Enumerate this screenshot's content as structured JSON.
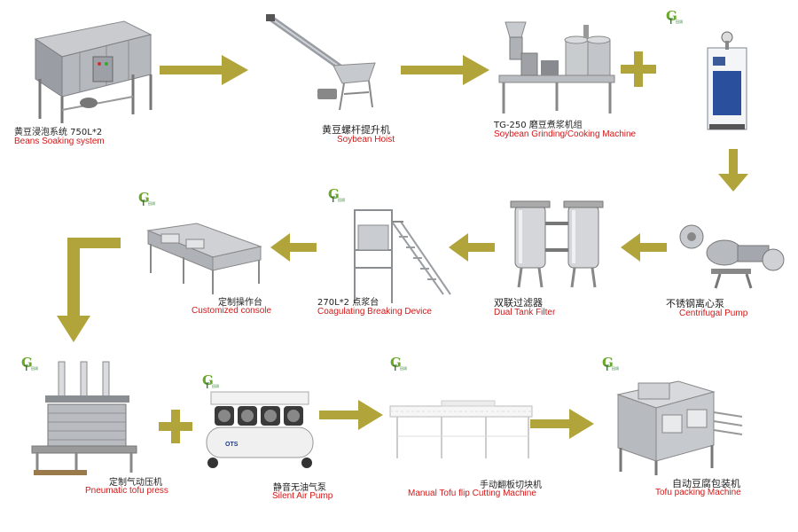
{
  "steps": [
    {
      "cn": "黄豆浸泡系统 750L*2",
      "en": "Beans Soaking system"
    },
    {
      "cn": "黄豆螺杆提升机",
      "en": "Soybean Hoist"
    },
    {
      "cn": "TG-250 磨豆煮浆机组",
      "en": "Soybean Grinding/Cooking Machine"
    },
    {
      "cn": "不锈钢离心泵",
      "en": "Centrifugal Pump"
    },
    {
      "cn": "双联过滤器",
      "en": "Dual Tank Filter"
    },
    {
      "cn": "270L*2 点浆台",
      "en": "Coagulating Breaking Device"
    },
    {
      "cn": "定制操作台",
      "en": "Customized  console"
    },
    {
      "cn": "定制气动压机",
      "en": "Pneumatic tofu press"
    },
    {
      "cn": "静音无油气泵",
      "en": "Silent Air Pump"
    },
    {
      "cn": "手动翻板切块机",
      "en": "Manual Tofu flip Cutting Machine"
    },
    {
      "cn": "自动豆腐包装机",
      "en": "Tofu packing Machine"
    }
  ],
  "logo": {
    "mark": "T",
    "text": "田润",
    "subtext": "豆制品设备"
  },
  "colors": {
    "arrow": "#b0a43a",
    "english_label": "#d21818",
    "chinese_label": "#222222"
  },
  "compressor_brand": "OTS"
}
